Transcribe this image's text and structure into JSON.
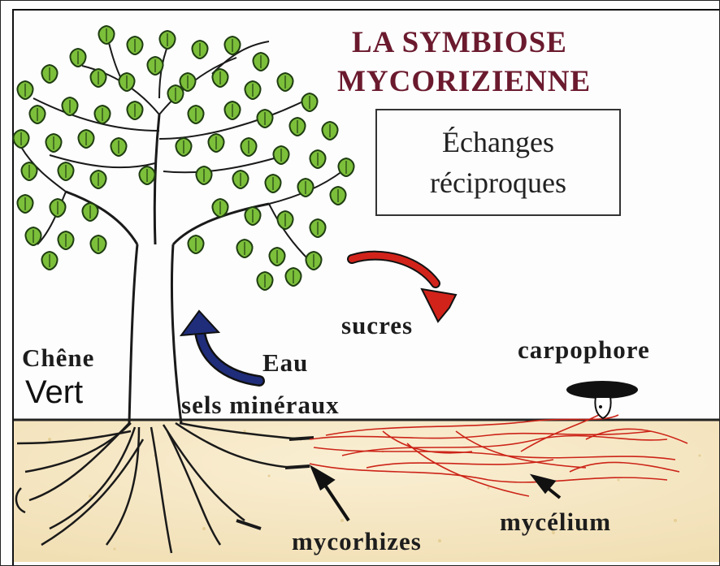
{
  "title": {
    "line1": "LA SYMBIOSE",
    "line2": "MYCORIZIENNE"
  },
  "exchange_box": {
    "line1": "Échanges",
    "line2": "réciproques"
  },
  "labels": {
    "tree_line1": "Chêne",
    "tree_line2": "Vert",
    "sugars": "sucres",
    "water": "Eau",
    "minerals": "sels minéraux",
    "fruiting_body": "carpophore",
    "mycorrhizae": "mycorhizes",
    "mycelium": "mycélium"
  },
  "colors": {
    "title": "#6b1a2e",
    "leaf": "#7cbf3a",
    "leaf_outline": "#1f3d12",
    "branch": "#1a1a1a",
    "soil": "#f6e9c8",
    "sugar_arrow": "#d2231b",
    "water_arrow": "#1f2d7a",
    "mycelium": "#cc2418"
  }
}
